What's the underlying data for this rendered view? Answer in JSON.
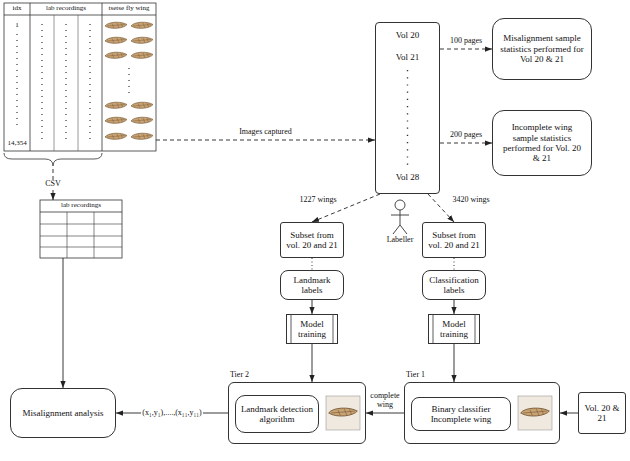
{
  "diagram": {
    "nodes": [
      {
        "text": [
          "idx",
          "lab recordings",
          "tsetse fly wing",
          "1",
          "14,354"
        ]
      },
      {
        "text": [
          "Vol 20",
          "Vol 21",
          "Vol 28"
        ]
      },
      {
        "text": [
          "Misalignment sample statistics performed for Vol 20 & 21"
        ]
      },
      {
        "text": [
          "Incomplete wing sample statistics performed for Vol. 20 & 21"
        ]
      },
      {
        "text": [
          "lab recordings"
        ]
      },
      {
        "text": [
          "Subset from vol. 20 and 21"
        ]
      },
      {
        "text": [
          "Subset from vol. 20 and 21"
        ]
      },
      {
        "text": [
          "Landmark labels"
        ]
      },
      {
        "text": [
          "Classification labels"
        ]
      },
      {
        "text": [
          "Model training"
        ]
      },
      {
        "text": [
          "Model training"
        ]
      },
      {
        "text": [
          "Tier 2"
        ]
      },
      {
        "text": [
          "Landmark detection algorithm"
        ],
        "in": 11
      },
      {
        "text": [
          "Tier 1"
        ]
      },
      {
        "text": [
          "Binary classifier Incomplete wing"
        ],
        "in": 13
      },
      {
        "text": [
          "Vol. 20 & 21"
        ]
      },
      {
        "text": [
          "Misalignment analysis"
        ]
      }
    ],
    "edges": [
      {
        "from": 0,
        "to": 1,
        "arrow": "to",
        "label": "Images captured"
      },
      {
        "from": 1,
        "to": 2,
        "arrow": "to",
        "label": "100 pages"
      },
      {
        "from": 1,
        "to": 3,
        "arrow": "to",
        "label": "200 pages"
      },
      {
        "from": 1,
        "to": 5,
        "arrow": "to",
        "label": "1227 wings"
      },
      {
        "from": 1,
        "to": 6,
        "arrow": "to",
        "label": "3420 wings"
      },
      {
        "from": 0,
        "to": 4,
        "arrow": "to",
        "label": "CSV"
      },
      {
        "from": 5,
        "to": 7,
        "arrow": "none"
      },
      {
        "from": 6,
        "to": 8,
        "arrow": "none"
      },
      {
        "from": 7,
        "to": 9,
        "arrow": "to"
      },
      {
        "from": 8,
        "to": 10,
        "arrow": "to"
      },
      {
        "from": 9,
        "to": 11,
        "arrow": "to"
      },
      {
        "from": 10,
        "to": 13,
        "arrow": "to"
      },
      {
        "from": 15,
        "to": 13,
        "arrow": "to"
      },
      {
        "from": 13,
        "to": 11,
        "arrow": "to",
        "label": "complete wing"
      },
      {
        "from": 11,
        "to": 16,
        "arrow": "to",
        "label": "(x₁,y₁),....,(x₁₁,y₁₁)"
      },
      {
        "from": 4,
        "to": 16,
        "arrow": "to"
      }
    ],
    "labels": [
      "Labeller"
    ]
  }
}
